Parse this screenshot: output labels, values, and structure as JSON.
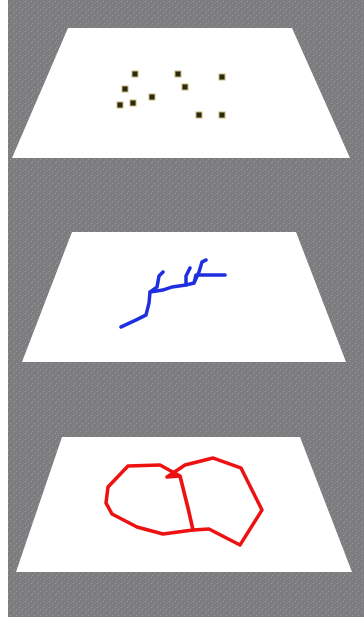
{
  "colors": {
    "background": "#7d7d80",
    "background_speckle": "#9a9a9e",
    "plane_fill": "#ffffff",
    "point_fill": "#2a2a10",
    "point_stroke": "#c8b878",
    "line_color": "#1f2fe0",
    "polygon_color": "#ee1111"
  },
  "layers": [
    {
      "kind": "point-layer",
      "feature_count": 10
    },
    {
      "kind": "line-layer",
      "feature_count": 1
    },
    {
      "kind": "polygon-layer",
      "feature_count": 2
    }
  ]
}
